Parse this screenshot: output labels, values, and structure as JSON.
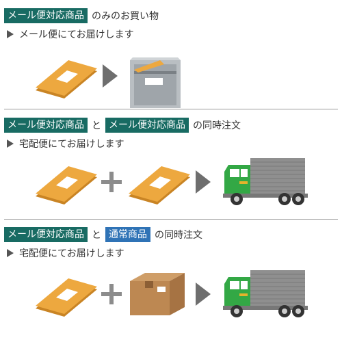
{
  "sections": [
    {
      "badge1": "メール便対応商品",
      "suffix": "のみのお買い物",
      "sub": "メール便にてお届けします",
      "icons": [
        "envelope-icon",
        "arrow-right-icon",
        "mailbox-icon"
      ]
    },
    {
      "badge1": "メール便対応商品",
      "joiner": "と",
      "badge2": "メール便対応商品",
      "suffix": "の同時注文",
      "sub": "宅配便にてお届けします",
      "icons": [
        "envelope-icon",
        "plus-icon",
        "envelope-icon",
        "arrow-right-icon",
        "truck-icon"
      ]
    },
    {
      "badge1": "メール便対応商品",
      "joiner": "と",
      "badge2": "通常商品",
      "suffix": "の同時注文",
      "sub": "宅配便にてお届けします",
      "icons": [
        "envelope-icon",
        "plus-icon",
        "box-icon",
        "arrow-right-icon",
        "truck-icon"
      ]
    }
  ],
  "colors": {
    "badge_green": "#186b63",
    "badge_blue": "#2f73b6",
    "envelope": "#e8a33d",
    "truck_cab": "#33a845",
    "truck_box": "#8a8a8a"
  }
}
